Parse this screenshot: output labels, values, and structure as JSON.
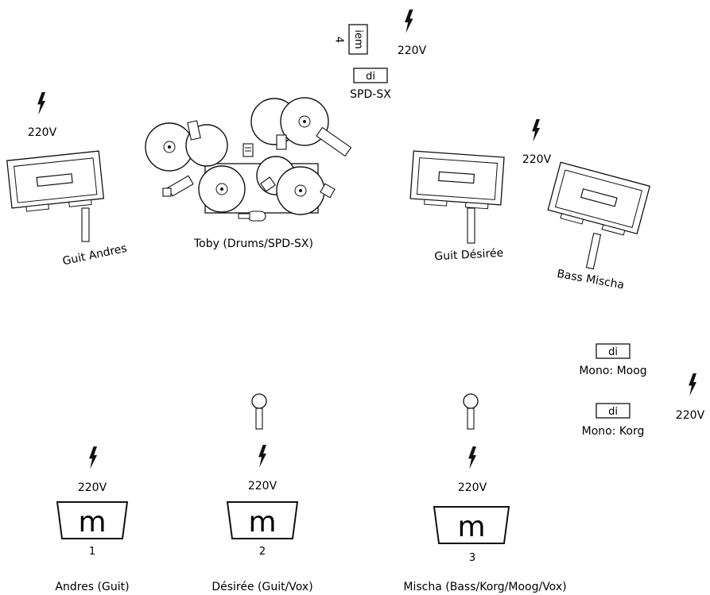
{
  "power": {
    "iem": "220V",
    "andres_amp": "220V",
    "desiree_amp": "220V",
    "keys": "220V",
    "wedge_1": "220V",
    "wedge_2": "220V",
    "wedge_3": "220V"
  },
  "iem": {
    "label": "iem",
    "number": "4"
  },
  "di_spd": {
    "box": "di",
    "label": "SPD-SX"
  },
  "di_moog": {
    "box": "di",
    "label": "Mono: Moog"
  },
  "di_korg": {
    "box": "di",
    "label": "Mono: Korg"
  },
  "drums": {
    "label": "Toby (Drums/SPD-SX)"
  },
  "amps": {
    "andres": "Guit Andres",
    "desiree": "Guit Désirée",
    "mischa": "Bass Mischa"
  },
  "wedges": [
    {
      "letter": "m",
      "number": "1",
      "label": "Andres (Guit)"
    },
    {
      "letter": "m",
      "number": "2",
      "label": "Désirée (Guit/Vox)"
    },
    {
      "letter": "m",
      "number": "3",
      "label": "Mischa (Bass/Korg/Moog/Vox)"
    }
  ],
  "colors": {
    "stroke": "#111111",
    "fill": "#ffffff"
  }
}
